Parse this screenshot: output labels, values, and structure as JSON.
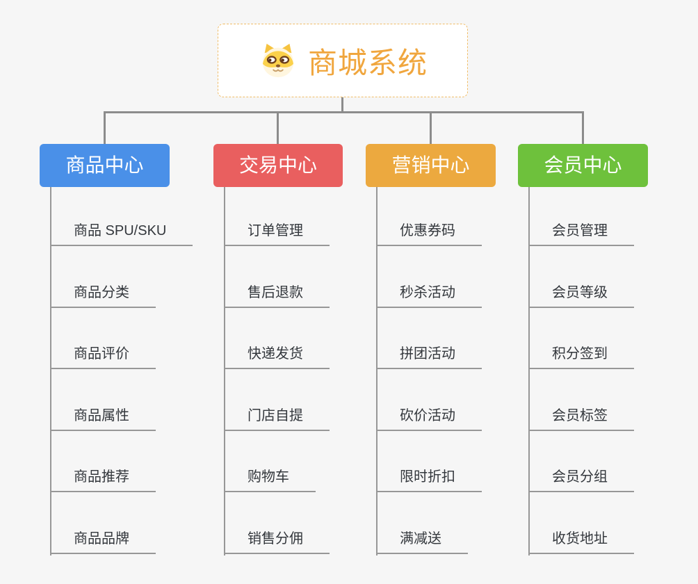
{
  "root": {
    "title": "商城系统",
    "icon": "dog-face-icon"
  },
  "branches": [
    {
      "label": "商品中心",
      "color": "#4A90E8",
      "items": [
        "商品 SPU/SKU",
        "商品分类",
        "商品评价",
        "商品属性",
        "商品推荐",
        "商品品牌"
      ]
    },
    {
      "label": "交易中心",
      "color": "#E95F5F",
      "items": [
        "订单管理",
        "售后退款",
        "快递发货",
        "门店自提",
        "购物车",
        "销售分佣"
      ]
    },
    {
      "label": "营销中心",
      "color": "#ECA93F",
      "items": [
        "优惠券码",
        "秒杀活动",
        "拼团活动",
        "砍价活动",
        "限时折扣",
        "满减送"
      ]
    },
    {
      "label": "会员中心",
      "color": "#6EC13C",
      "items": [
        "会员管理",
        "会员等级",
        "积分签到",
        "会员标签",
        "会员分组",
        "收货地址"
      ]
    }
  ],
  "colors": {
    "background": "#F6F6F6",
    "root_border": "#F0BC66",
    "root_title": "#F0A63E",
    "connector": "#8C8C8C",
    "leaf_line": "#979797",
    "leaf_text": "#33373C"
  }
}
